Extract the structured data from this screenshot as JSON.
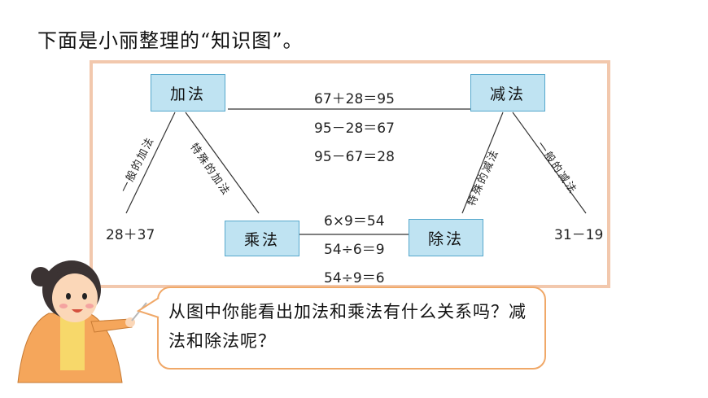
{
  "title": "下面是小丽整理的“知识图”。",
  "boxes": {
    "add": "加法",
    "subtract": "减法",
    "multiply": "乘法",
    "divide": "除法"
  },
  "add_sub_equations": [
    "67＋28＝95",
    "95－28＝67",
    "95－67＝28"
  ],
  "mul_div_equations": [
    "6×9＝54",
    "54÷6＝9",
    "54÷9＝6"
  ],
  "examples": {
    "left": "28＋37",
    "right": "31－19"
  },
  "slant_labels": {
    "general_addition": "一般的加法",
    "special_addition": "特殊的加法",
    "special_subtraction": "特殊的减法",
    "general_subtraction": "一般的减法"
  },
  "speech": "从图中你能看出加法和乘法有什么关系吗？减法和除法呢？",
  "colors": {
    "frame": "#f2c8ad",
    "box_fill": "#bfe3f2",
    "box_border": "#56a8cc",
    "bubble_border": "#f0a868"
  }
}
